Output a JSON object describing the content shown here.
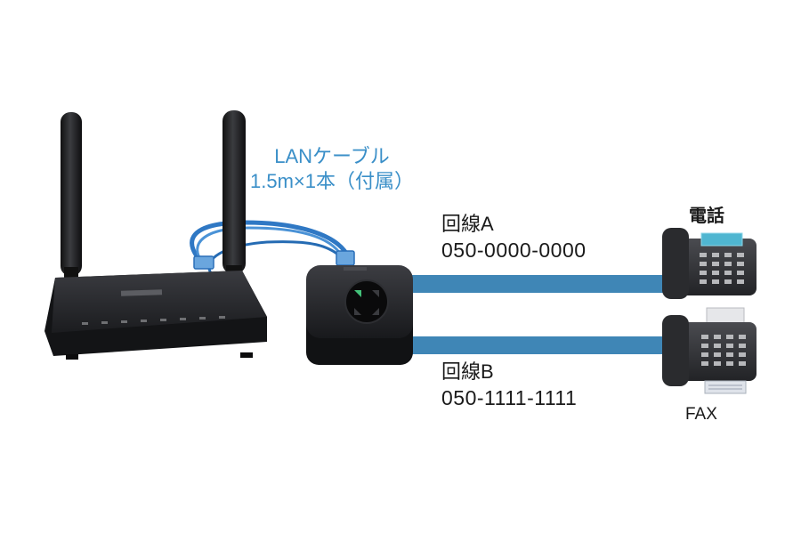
{
  "cable": {
    "line1": "LANケーブル",
    "line2": "1.5m×1本（付属）"
  },
  "lines": [
    {
      "name": "回線A",
      "number": "050-0000-0000"
    },
    {
      "name": "回線B",
      "number": "050-1111-1111"
    }
  ],
  "devices": {
    "phone_label": "電話",
    "fax_label": "FAX"
  },
  "colors": {
    "cable_label": "#3a8fc8",
    "phone_line": "#3f86b6",
    "lan_cable": "#2f78c4",
    "device_body": "#1c1d20"
  }
}
